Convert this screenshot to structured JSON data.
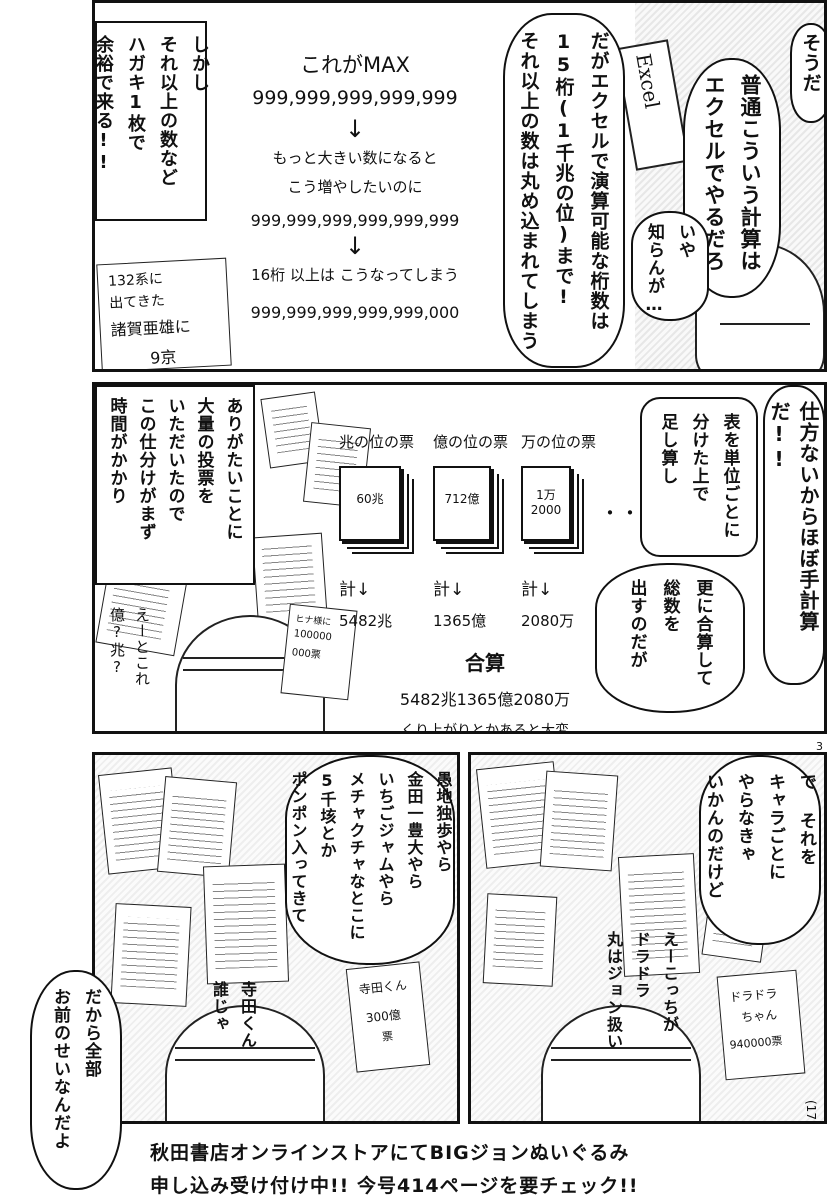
{
  "page_number": "3",
  "footer_page_number": "(17)",
  "panel1": {
    "bubble_right_1": "そうだ",
    "bubble_right_2": [
      "普通こういう計算は",
      "エクセルでやるだろ"
    ],
    "bubble_right_3": [
      "いや",
      "知らんが…"
    ],
    "excel_sign": "Excel",
    "bubble_mid": [
      "だがエクセルで演算可能な桁数は",
      "15桁(1千兆の位)まで!",
      "それ以上の数は丸め込まれてしまう"
    ],
    "bubble_left": [
      "しかし",
      "それ以上の数など",
      "ハガキ1枚で",
      "余裕で来る!!"
    ],
    "whiteboard": {
      "line1": "これがMAX",
      "line2": "999,999,999,999,999",
      "arrow": "↓",
      "line3": "もっと大きい数になると",
      "line4": "こう増やしたいのに",
      "line5": "999,999,999,999,999,999",
      "line6": "16桁 以上は こうなってしまう",
      "line7": "999,999,999,999,999,000"
    },
    "note": [
      "132系に",
      "出てきた",
      "諸賀亜雄",
      "に",
      "9京"
    ]
  },
  "panel2": {
    "bubble_right": [
      "仕方ないからほぼ手計算だ!!"
    ],
    "box_right": [
      "表を単位ごとに",
      "分けた上で",
      "足し算し"
    ],
    "box_right2": [
      "更に合算して",
      "総数を",
      "出すのだが"
    ],
    "dots": "・・・",
    "box_left": [
      "ありがたいことに",
      "大量の投票を",
      "いただいたので",
      "この仕分けがまず",
      "時間がかかり"
    ],
    "side_text": [
      "えーとこれ",
      "億?兆?"
    ],
    "held_card": [
      "ヒナ様に",
      "100000",
      "000票"
    ],
    "columns": [
      {
        "header": "兆の位の票",
        "stack": "60兆",
        "total_label": "計↓",
        "total": "5482兆"
      },
      {
        "header": "億の位の票",
        "stack": "712億",
        "total_label": "計↓",
        "total": "1365億"
      },
      {
        "header": "万の位の票",
        "stack": "1万\n2000",
        "total_label": "計↓",
        "total": "2080万"
      }
    ],
    "sum_title": "合算",
    "sum_value": "5482兆1365億2080万",
    "sum_note": "くり上がりとかあると大変"
  },
  "panel3": {
    "bubble_right": [
      "で それを",
      "キャラごとに",
      "やらなきゃ",
      "いかんのだけど"
    ],
    "side_text": [
      "えーこっちが",
      "ドラドラ",
      "丸はジョン扱い"
    ],
    "card": [
      "ドラドラ",
      "ちゃん",
      "940000票"
    ]
  },
  "panel4": {
    "bubble_top": [
      "愚地独歩やら",
      "金田一豊大やら",
      "いちごジャムやら",
      "メチャクチャなとこに",
      "5千垓とか",
      "ポンポン入ってきて"
    ],
    "bubble_bottom": [
      "だから全部",
      "お前のせいなんだよ"
    ],
    "side_text": [
      "寺田くん",
      "誰じゃ"
    ],
    "card": [
      "寺田くん",
      "300億",
      "票"
    ]
  },
  "ad_line1": "秋田書店オンラインストアにてBIGジョンぬいぐるみ",
  "ad_line2": "申し込み受け付け中!! 今号414ページを要チェック!!"
}
